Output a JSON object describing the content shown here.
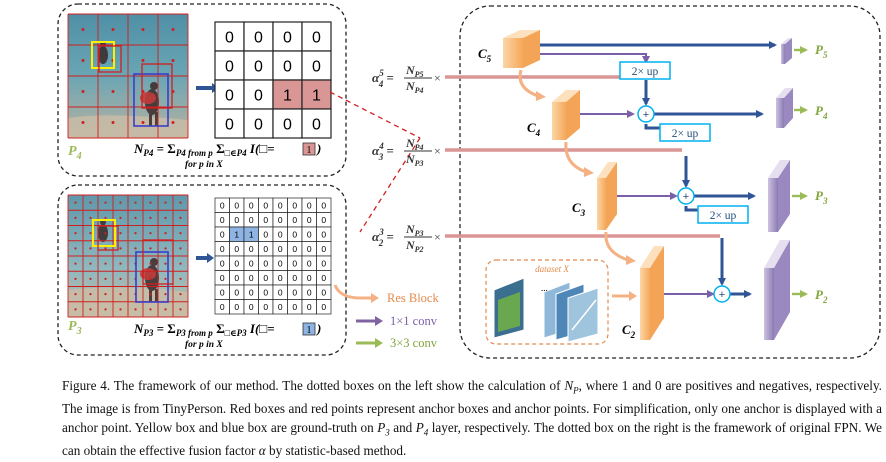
{
  "top_panel": {
    "layer_label": "P",
    "layer_sub": "4",
    "grid": [
      [
        "0",
        "0",
        "0",
        "0"
      ],
      [
        "0",
        "0",
        "0",
        "0"
      ],
      [
        "0",
        "0",
        "1",
        "1"
      ],
      [
        "0",
        "0",
        "0",
        "0"
      ]
    ],
    "formula_prefix": "N",
    "formula_sub": "P4",
    "formula_mid": " = Σ",
    "formula_sum1_sub": "P4 from p",
    "formula_sum2": " Σ",
    "formula_sum2_sub": "□∈P4",
    "formula_tail": " I(□=",
    "formula_box": "1",
    "formula_close": ")",
    "formula_line2": "for p in X"
  },
  "bottom_panel": {
    "layer_label": "P",
    "layer_sub": "3",
    "grid": [
      [
        "0",
        "0",
        "0",
        "0",
        "0",
        "0",
        "0",
        "0"
      ],
      [
        "0",
        "0",
        "0",
        "0",
        "0",
        "0",
        "0",
        "0"
      ],
      [
        "0",
        "1",
        "1",
        "0",
        "0",
        "0",
        "0",
        "0"
      ],
      [
        "0",
        "0",
        "0",
        "0",
        "0",
        "0",
        "0",
        "0"
      ],
      [
        "0",
        "0",
        "0",
        "0",
        "0",
        "0",
        "0",
        "0"
      ],
      [
        "0",
        "0",
        "0",
        "0",
        "0",
        "0",
        "0",
        "0"
      ],
      [
        "0",
        "0",
        "0",
        "0",
        "0",
        "0",
        "0",
        "0"
      ],
      [
        "0",
        "0",
        "0",
        "0",
        "0",
        "0",
        "0",
        "0"
      ]
    ],
    "formula_prefix": "N",
    "formula_sub": "P3",
    "formula_mid": " = Σ",
    "formula_sum1_sub": "P3 from p",
    "formula_sum2": " Σ",
    "formula_sum2_sub": "□∈P3",
    "formula_tail": " I(□=",
    "formula_box": "1",
    "formula_close": ")",
    "formula_line2": "for p in X"
  },
  "alphas": [
    {
      "a": "α",
      "sup": "5",
      "sub": "4",
      "eq": " = ",
      "num": "N",
      "num_sub": "P5",
      "den": "N",
      "den_sub": "P4",
      "times": "×"
    },
    {
      "a": "α",
      "sup": "4",
      "sub": "3",
      "eq": " = ",
      "num": "N",
      "num_sub": "P4",
      "den": "N",
      "den_sub": "P3",
      "times": "×"
    },
    {
      "a": "α",
      "sup": "3",
      "sub": "2",
      "eq": " = ",
      "num": "N",
      "num_sub": "P3",
      "den": "N",
      "den_sub": "P2",
      "times": "×"
    }
  ],
  "legend": {
    "res_block": "Res Block",
    "conv1": "1×1 conv",
    "conv3": "3×3 conv"
  },
  "fpn": {
    "c_labels": [
      {
        "c": "C",
        "sub": "5"
      },
      {
        "c": "C",
        "sub": "4"
      },
      {
        "c": "C",
        "sub": "3"
      },
      {
        "c": "C",
        "sub": "2"
      }
    ],
    "p_labels": [
      {
        "p": "P",
        "sub": "5"
      },
      {
        "p": "P",
        "sub": "4"
      },
      {
        "p": "P",
        "sub": "3"
      },
      {
        "p": "P",
        "sub": "2"
      }
    ],
    "up_label": "2× up",
    "plus": "+",
    "dataset_label": "dataset X",
    "dots": "..."
  },
  "caption": {
    "part1": "Figure 4. The framework of our method. The dotted boxes on the left show the calculation of ",
    "np_n": "N",
    "np_sub": "P",
    "part2": ", where 1 and 0 are positives and negatives, respectively. The image is from TinyPerson. Red boxes and red points represent anchor boxes and anchor points. For simplification, only one anchor is displayed with a anchor point. Yellow box and blue box are ground-truth on ",
    "p3": "P",
    "p3_sub": "3",
    "and": " and ",
    "p4": "P",
    "p4_sub": "4",
    "part3": " layer, respectively. The dotted box on the right is the framework of original FPN. We can obtain the effective fusion factor ",
    "alpha": "α",
    "part4": " by statistic-based method."
  },
  "colors": {
    "res_arrow": "#f4b183",
    "conv1_arrow": "#8064a2",
    "conv3_arrow": "#9bbb59",
    "highlight_red": "#d99694",
    "highlight_blue": "#8eb4e3",
    "anchor_red": "#d01f1f",
    "arrow_blue": "#1f4e79",
    "up_box": "#00b0f0"
  }
}
